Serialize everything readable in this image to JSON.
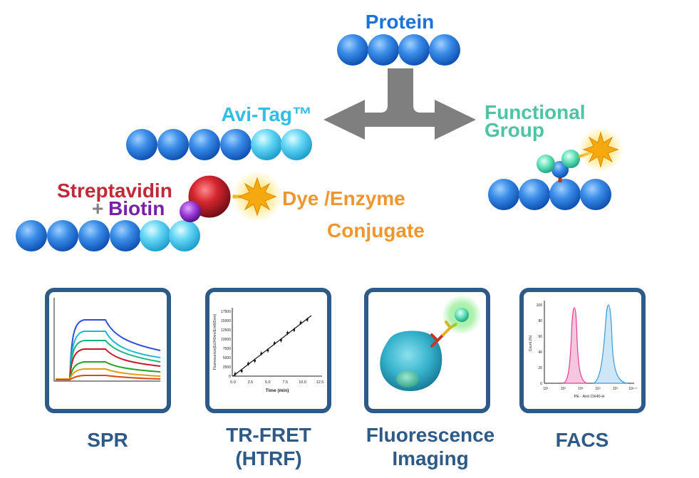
{
  "labels": {
    "protein": "Protein",
    "avi_tag": "Avi-Tag™",
    "functional_line1": "Functional",
    "functional_line2": "Group",
    "streptavidin": "Streptavidin",
    "plus": "+",
    "biotin": "Biotin",
    "dye_line1": "Dye /Enzyme",
    "dye_line2": "Conjugate"
  },
  "applications": [
    {
      "line1": "SPR",
      "line2": ""
    },
    {
      "line1": "TR-FRET",
      "line2": "(HTRF)"
    },
    {
      "line1": "Fluorescence",
      "line2": "Imaging"
    },
    {
      "line1": "FACS",
      "line2": ""
    }
  ],
  "trfret_plot": {
    "ylabel": "Fluorescence(Ex340nm/Em665nm)",
    "xlabel": "Time (min)",
    "yticks": [
      "0",
      "2500",
      "5000",
      "7500",
      "10000",
      "12500",
      "15000",
      "17500"
    ],
    "xticks": [
      "0.0",
      "2.5",
      "5.0",
      "7.5",
      "10.0",
      "12.5"
    ]
  },
  "facs_plot": {
    "ylabel": "Count (%)",
    "xlabel": "PE - Anti OX40-H",
    "yticks": [
      "0",
      "20",
      "40",
      "60",
      "80",
      "100"
    ],
    "xticks": [
      "10¹",
      "10²",
      "10³",
      "10⁴",
      "10⁵",
      "10⁶·⁵"
    ]
  },
  "colors": {
    "protein_blue": "#1f6fd6",
    "tag_cyan": "#3cc6ee",
    "label_blue": "#1a73d9",
    "avi_cyan": "#31bde6",
    "functional_teal": "#4ec4a5",
    "streptavidin_red": "#c02a36",
    "biotin_purple": "#7a1fa8",
    "dye_orange": "#f0962f",
    "box_border": "#2d5a87",
    "app_label": "#2d5a87",
    "arrow_gray": "#7f7f7f"
  }
}
